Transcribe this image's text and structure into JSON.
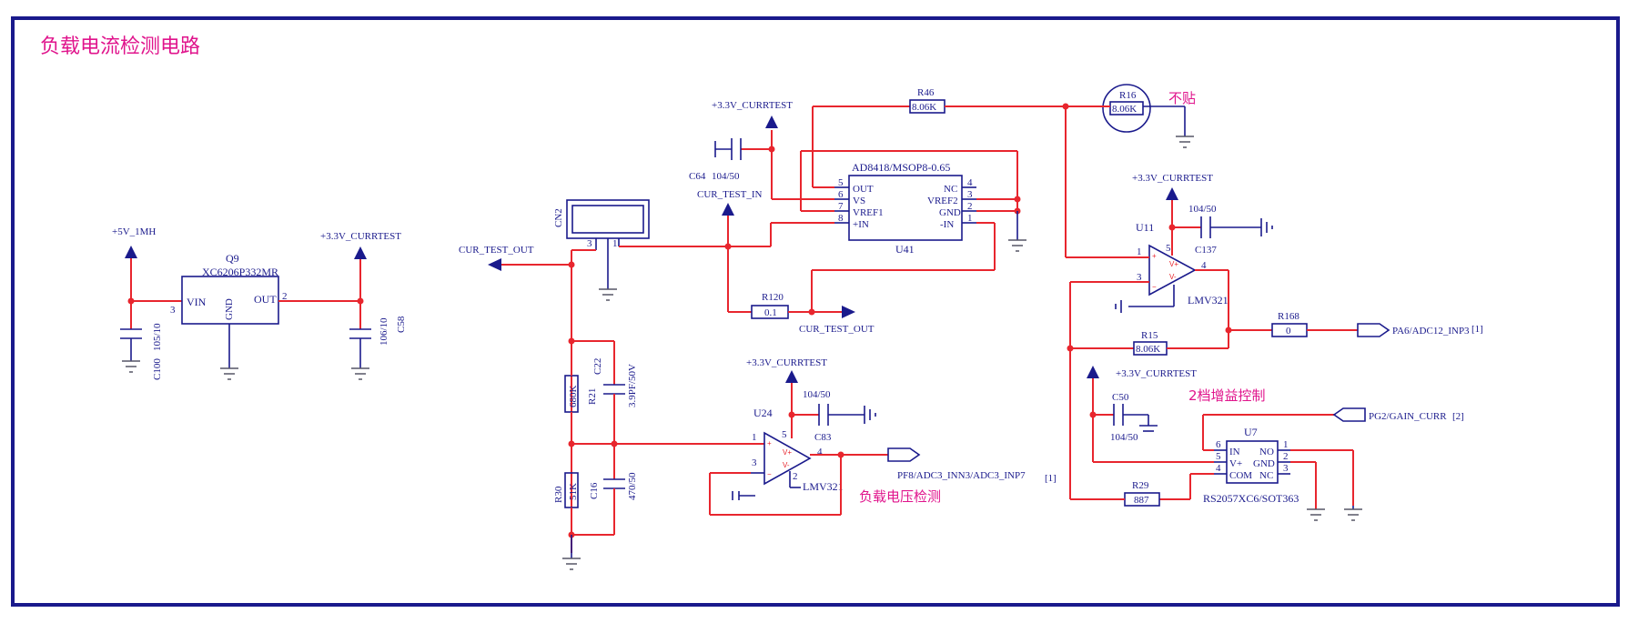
{
  "title": "负载电流检测电路",
  "sections": {
    "voltage_detect": "负载电压检测",
    "gain_control": "2档增益控制",
    "not_mounted": "不贴"
  },
  "power": {
    "v5": "+5V_1MH",
    "v33_q9": "+3.3V_CURRTEST",
    "v33_c64": "+3.3V_CURRTEST",
    "v33_u11": "+3.3V_CURRTEST",
    "v33_u24": "+3.3V_CURRTEST",
    "v33_c50": "+3.3V_CURRTEST"
  },
  "nets": {
    "cur_test_out_left": "CUR_TEST_OUT",
    "cur_test_out_r120": "CUR_TEST_OUT",
    "cur_test_in": "CUR_TEST_IN",
    "pa6": "PA6/ADC12_INP3",
    "pa6_ref": "[1]",
    "pf8": "PF8/ADC3_INN3/ADC3_INP7",
    "pf8_ref": "[1]",
    "pg2": "PG2/GAIN_CURR",
    "pg2_ref": "[2]"
  },
  "q9": {
    "ref": "Q9",
    "part": "XC6206P332MR",
    "vin": "VIN",
    "gnd": "GND",
    "out": "OUT",
    "pin_vin": "3",
    "pin_out": "2"
  },
  "c100": {
    "ref": "C100",
    "value": "105/10"
  },
  "c58": {
    "ref": "C58",
    "value": "106/10"
  },
  "cn2": {
    "ref": "CN2",
    "pin3": "3",
    "pin1": "1"
  },
  "c64": {
    "ref": "C64",
    "value": "104/50"
  },
  "u41": {
    "ref": "U41",
    "part": "AD8418/MSOP8-0.65",
    "p_out": "OUT",
    "p_vs": "VS",
    "p_vref1": "VREF1",
    "p_inp": "+IN",
    "p_nc": "NC",
    "p_vref2": "VREF2",
    "p_gnd": "GND",
    "p_inn": "-IN",
    "n5": "5",
    "n6": "6",
    "n7": "7",
    "n8": "8",
    "n4": "4",
    "n3": "3",
    "n2": "2",
    "n1": "1"
  },
  "r46": {
    "ref": "R46",
    "value": "8.06K"
  },
  "r16": {
    "ref": "R16",
    "value": "8.06K"
  },
  "r120": {
    "ref": "R120",
    "value": "0.1"
  },
  "u11": {
    "ref": "U11",
    "part": "LMV321",
    "p1": "1",
    "p3": "3",
    "p4": "4",
    "p5": "5"
  },
  "c137": {
    "ref": "C137",
    "value": "104/50"
  },
  "r168": {
    "ref": "R168",
    "value": "0"
  },
  "r15": {
    "ref": "R15",
    "value": "8.06K"
  },
  "c50": {
    "ref": "C50",
    "value": "104/50"
  },
  "u7": {
    "ref": "U7",
    "part": "RS2057XC6/SOT363",
    "p_in": "IN",
    "p_vp": "V+",
    "p_com": "COM",
    "p_no": "NO",
    "p_gnd": "GND",
    "p_nc": "NC",
    "n6": "6",
    "n5": "5",
    "n4": "4",
    "n1": "1",
    "n2": "2",
    "n3": "3"
  },
  "r29": {
    "ref": "R29",
    "value": "887"
  },
  "r21": {
    "ref": "R21",
    "value": "680K"
  },
  "c22": {
    "ref": "C22",
    "value": "3.9PF/50V"
  },
  "r30": {
    "ref": "R30",
    "value": "51K"
  },
  "c16": {
    "ref": "C16",
    "value": "470/50"
  },
  "u24": {
    "ref": "U24",
    "part": "LMV321",
    "p1": "1",
    "p2": "2",
    "p3": "3",
    "p4": "4",
    "p5": "5"
  },
  "c83": {
    "ref": "C83",
    "value": "104/50"
  }
}
